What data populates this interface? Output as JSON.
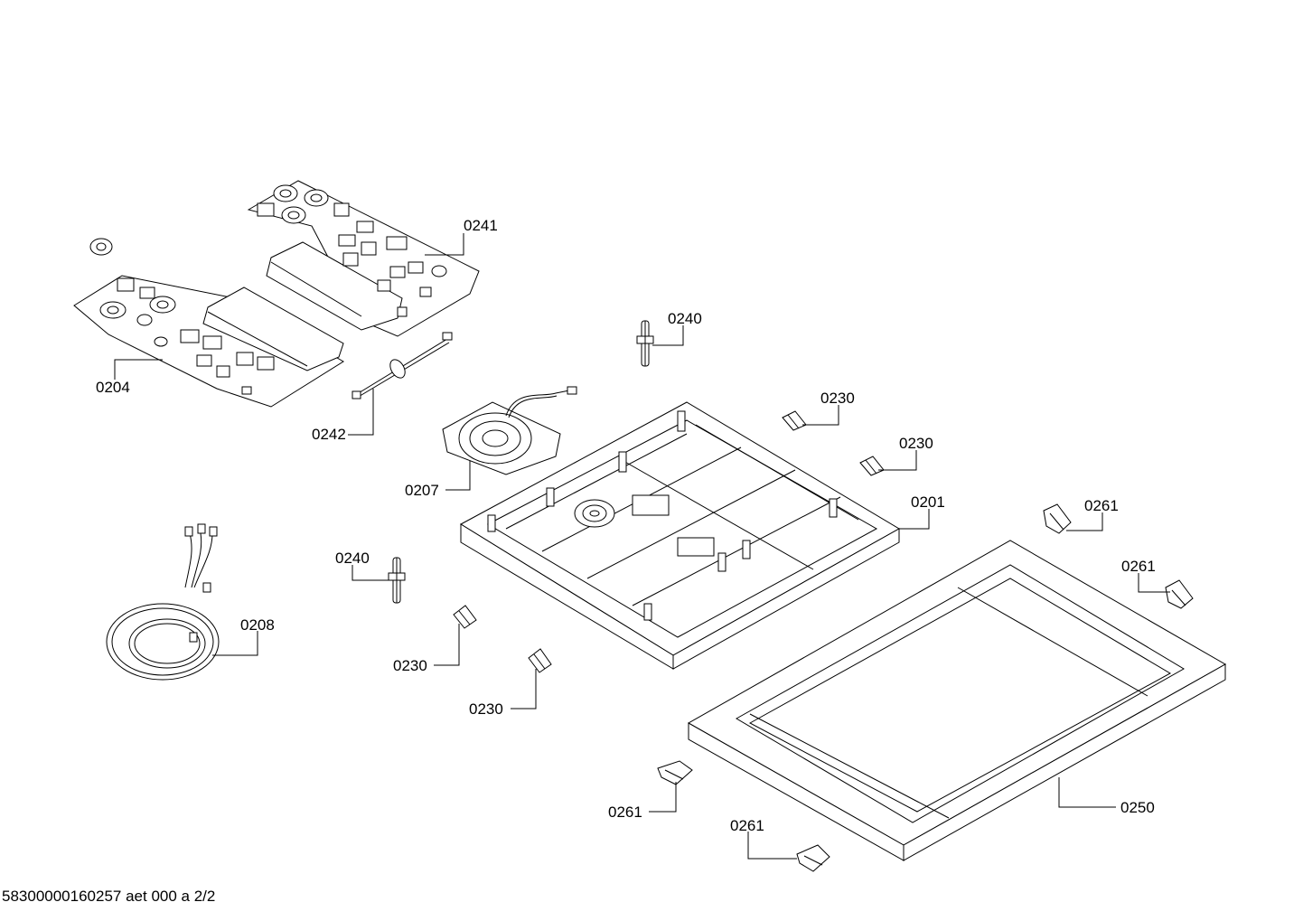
{
  "callouts": [
    {
      "id": "c-0241",
      "text": "0241"
    },
    {
      "id": "c-0204",
      "text": "0204"
    },
    {
      "id": "c-0242",
      "text": "0242"
    },
    {
      "id": "c-0240a",
      "text": "0240"
    },
    {
      "id": "c-0230a",
      "text": "0230"
    },
    {
      "id": "c-0230b",
      "text": "0230"
    },
    {
      "id": "c-0207",
      "text": "0207"
    },
    {
      "id": "c-0201",
      "text": "0201"
    },
    {
      "id": "c-0261a",
      "text": "0261"
    },
    {
      "id": "c-0261b",
      "text": "0261"
    },
    {
      "id": "c-0240b",
      "text": "0240"
    },
    {
      "id": "c-0208",
      "text": "0208"
    },
    {
      "id": "c-0230c",
      "text": "0230"
    },
    {
      "id": "c-0230d",
      "text": "0230"
    },
    {
      "id": "c-0261c",
      "text": "0261"
    },
    {
      "id": "c-0250",
      "text": "0250"
    },
    {
      "id": "c-0261d",
      "text": "0261"
    }
  ],
  "footer": "58300000160257 aet 000 a 2/2"
}
